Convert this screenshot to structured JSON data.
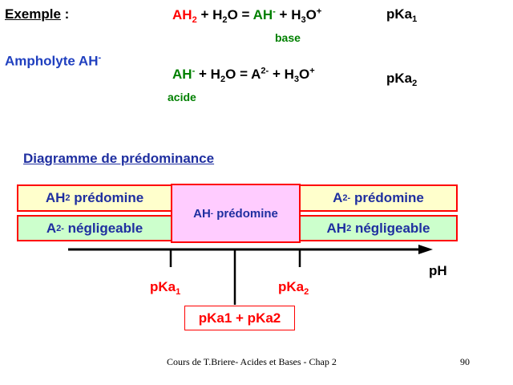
{
  "example_label": "Exemple",
  "example_colon": ":",
  "ampholyte_label": "Ampholyte AH",
  "ampholyte_charge": "-",
  "reaction1": {
    "reactant1_base": "AH",
    "reactant1_sub": "2",
    "plus1": "+",
    "water": "H",
    "water_sub": "2",
    "water_o": "O",
    "equals": "=",
    "product1_base": "AH",
    "product1_sup": "-",
    "plus2": "+",
    "hydronium": "H",
    "hydronium_sub": "3",
    "hydronium_o": "O",
    "hydronium_sup": "+",
    "label_below": "base",
    "pka": "pKa",
    "pka_sub": "1"
  },
  "reaction2": {
    "reactant1_base": "AH",
    "reactant1_sup": "-",
    "plus1": "+",
    "water": "H",
    "water_sub": "2",
    "water_o": "O",
    "equals": "=",
    "product1_base": "A",
    "product1_sup": "2-",
    "plus2": "+",
    "hydronium": "H",
    "hydronium_sub": "3",
    "hydronium_o": "O",
    "hydronium_sup": "+",
    "label_below": "acide",
    "pka": "pKa",
    "pka_sub": "2"
  },
  "diagram_title": "Diagramme de prédominance",
  "boxes": {
    "left_top": {
      "species": "AH",
      "sub": "2",
      "text": "prédomine"
    },
    "left_bottom": {
      "species": "A",
      "sup": "2-",
      "text": "négligeable"
    },
    "middle": {
      "species": "AH",
      "sup": "-",
      "text": "prédomine"
    },
    "right_top": {
      "species": "A",
      "sup": "2-",
      "text": "prédomine"
    },
    "right_bottom": {
      "species": "AH",
      "sub": "2",
      "text": "négligeable"
    }
  },
  "axis_label": "pH",
  "pka1_label": "pKa",
  "pka1_sub": "1",
  "pka2_label": "pKa",
  "pka2_sub": "2",
  "midpoint_label": "pKa1 + pKa2",
  "footer_text": "Cours de T.Briere- Acides et Bases - Chap 2",
  "page_number": "90",
  "colors": {
    "red": "#ff0000",
    "green": "#008000",
    "blue": "#1f3fbf",
    "yellow_fill": "#ffffcc",
    "green_fill": "#ccffcc",
    "pink_fill": "#ffccff"
  }
}
